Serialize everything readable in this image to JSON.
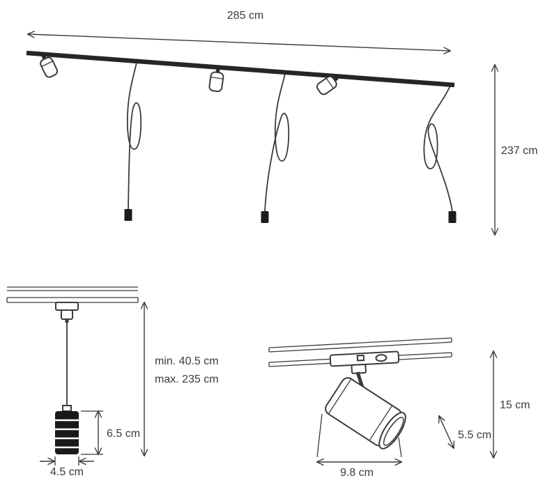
{
  "page": {
    "background": "#ffffff",
    "line_color": "#3a3a3a",
    "dark_fill": "#1c1c1c"
  },
  "overview": {
    "track_width_label": "285 cm",
    "drop_height_label": "237 cm"
  },
  "pendant_detail": {
    "cord_min_label": "min. 40.5 cm",
    "cord_max_label": "max. 235 cm",
    "holder_height_label": "6.5 cm",
    "holder_width_label": "4.5 cm"
  },
  "spot_detail": {
    "height_label": "15 cm",
    "lens_label": "5.5 cm",
    "length_label": "9.8 cm"
  }
}
